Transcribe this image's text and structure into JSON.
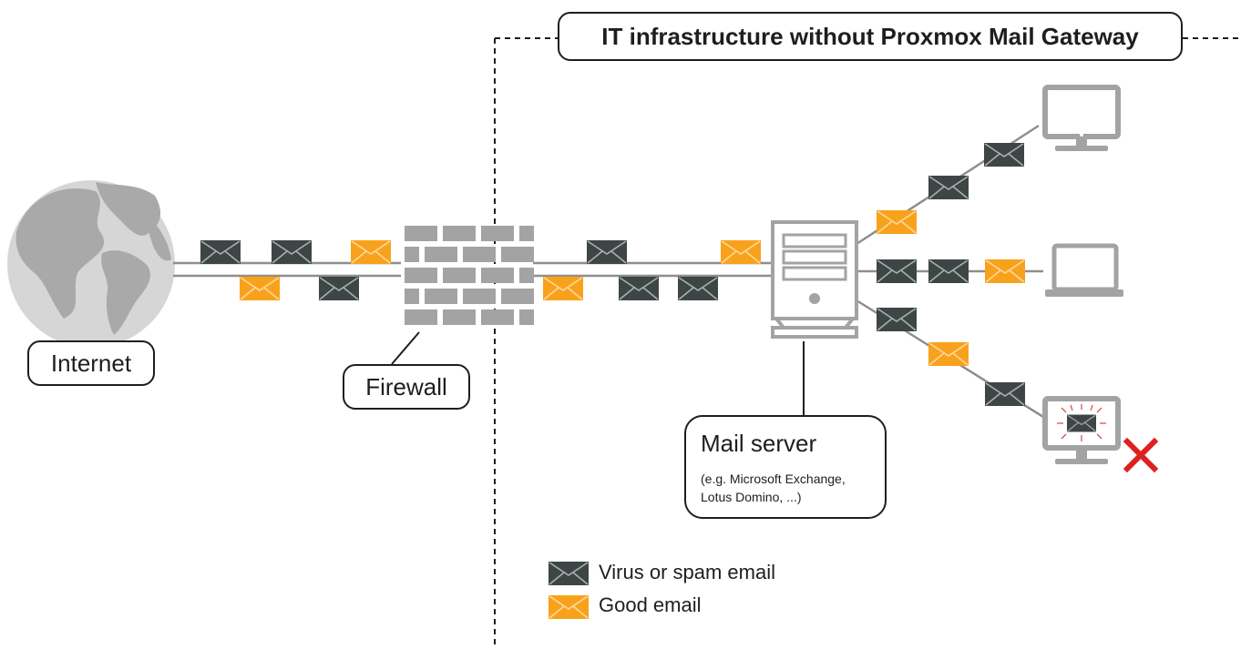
{
  "title": "IT infrastructure without Proxmox Mail Gateway",
  "nodes": {
    "internet": "Internet",
    "firewall": "Firewall",
    "mail_server": {
      "title": "Mail server",
      "subtitle_line1": "(e.g. Microsoft Exchange,",
      "subtitle_line2": "Lotus Domino, ...)"
    }
  },
  "legend": {
    "spam": "Virus or spam email",
    "good": "Good email"
  },
  "colors": {
    "spam_envelope": "#3d4645",
    "good_envelope": "#f8a21c",
    "device_gray": "#a3a3a3",
    "line_gray": "#8e8e8e",
    "alert_red": "#e02020",
    "text": "#1e1e1e"
  },
  "icons": [
    "globe-icon",
    "firewall-brick-icon",
    "server-tower-icon",
    "desktop-monitor-icon",
    "laptop-icon",
    "infected-monitor-icon",
    "red-x-icon",
    "envelope-icon"
  ]
}
